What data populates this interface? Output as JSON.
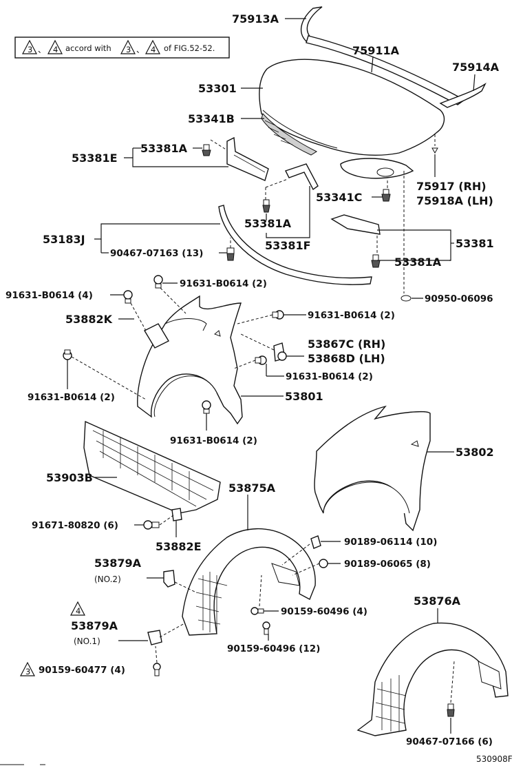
{
  "note": {
    "symbol_a": "3",
    "sep1": "、",
    "symbol_b": "4",
    "text1": "accord with",
    "symbol_c": "3",
    "sep2": "、",
    "symbol_d": "4",
    "text2": "of FIG.52-52."
  },
  "labels": {
    "p75913A": "75913A",
    "p75911A": "75911A",
    "p75914A": "75914A",
    "p53301": "53301",
    "p53341B": "53341B",
    "p53381E": "53381E",
    "p53381A_a": "53381A",
    "p75917": "75917 (RH)",
    "p75918A": "75918A (LH)",
    "p53341C": "53341C",
    "p53381A_b": "53381A",
    "p53381F": "53381F",
    "p53381": "53381",
    "p53381A_c": "53381A",
    "p53183J": "53183J",
    "p90467_07163": "90467-07163 (13)",
    "p90950": "90950-06096",
    "p91631_a": "91631-B0614 (2)",
    "p91631_b": "91631-B0614 (4)",
    "p53882K": "53882K",
    "p91631_c": "91631-B0614 (2)",
    "p53867C": "53867C (RH)",
    "p53868D": "53868D (LH)",
    "p91631_d": "91631-B0614 (2)",
    "p91631_e": "91631-B0614 (2)",
    "p53801": "53801",
    "p91631_f": "91631-B0614 (2)",
    "p53802": "53802",
    "p53903B": "53903B",
    "p53875A": "53875A",
    "p91671": "91671-80820 (6)",
    "p53882E": "53882E",
    "p90189_06114": "90189-06114 (10)",
    "p90189_06065": "90189-06065 (8)",
    "p53879A_no2": "53879A",
    "no2": "(NO.2)",
    "p90159_60496_4": "90159-60496 (4)",
    "p53876A": "53876A",
    "tri4": "4",
    "p53879A_no1": "53879A",
    "no1": "(NO.1)",
    "p90159_60496_12": "90159-60496 (12)",
    "tri3": "3",
    "p90159_60477": "90159-60477 (4)",
    "p90467_07166": "90467-07166 (6)"
  },
  "figure_id": "530908F"
}
